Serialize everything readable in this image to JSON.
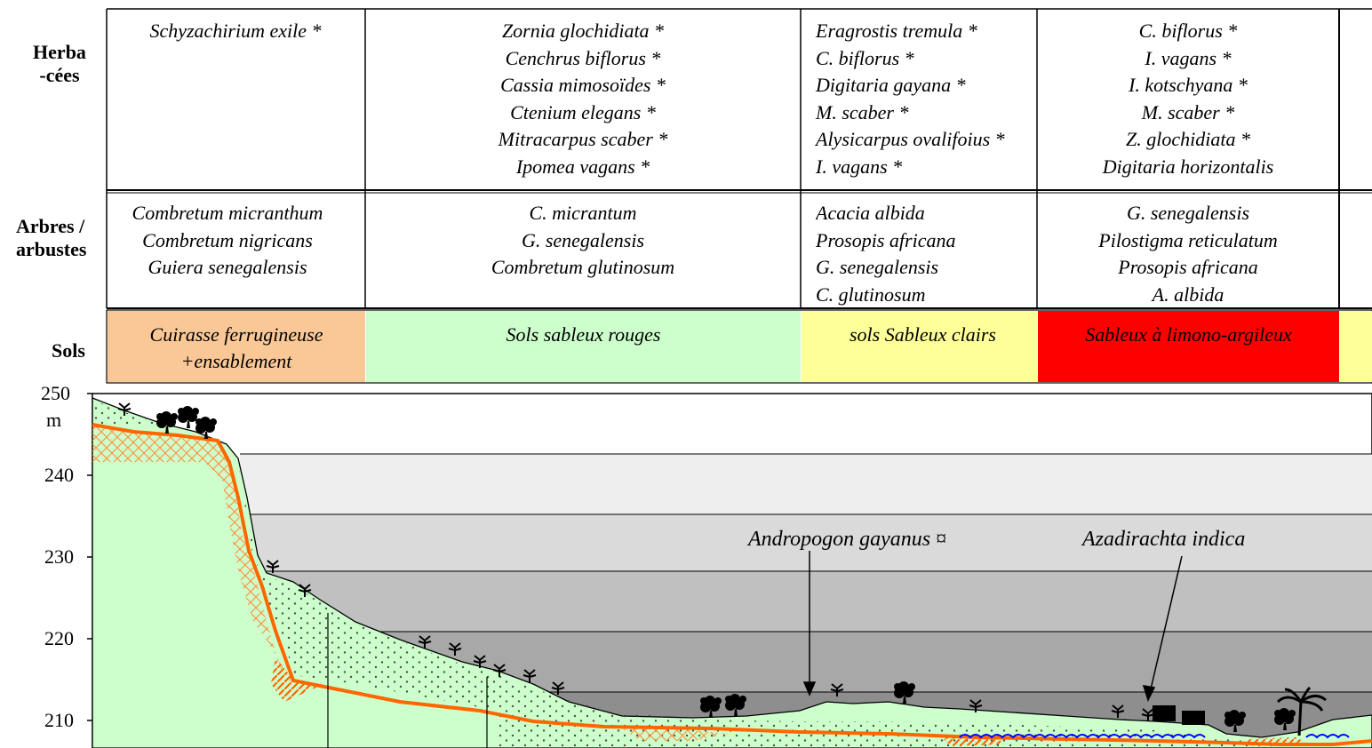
{
  "row_labels": {
    "herbacees": [
      "Herba",
      "-cées"
    ],
    "arbres": [
      "Arbres /",
      "arbustes"
    ],
    "sols": "Sols"
  },
  "herbacees": [
    [
      "Schyzachirium exile *"
    ],
    [
      "Zornia glochidiata *",
      "Cenchrus biflorus *",
      "Cassia mimosoïdes *",
      "Ctenium elegans *",
      "Mitracarpus scaber *",
      "Ipomea vagans *"
    ],
    [
      "Eragrostis tremula *",
      "C. biflorus *",
      "Digitaria gayana *",
      "M. scaber *",
      "Alysicarpus ovalifoius *",
      "I. vagans *"
    ],
    [
      "C. biflorus *",
      "I. vagans *",
      "I. kotschyana *",
      "M. scaber *",
      "Z. glochidiata *",
      "Digitaria horizontalis"
    ]
  ],
  "arbres": [
    [
      "Combretum micranthum",
      "Combretum nigricans",
      "Guiera senegalensis"
    ],
    [
      "C. micrantum",
      "G. senegalensis",
      "Combretum glutinosum"
    ],
    [
      "Acacia albida",
      "Prosopis africana",
      "G. senegalensis",
      "C. glutinosum"
    ],
    [
      "G. senegalensis",
      "Pilostigma reticulatum",
      "Prosopis africana",
      "A. albida"
    ]
  ],
  "sols": [
    {
      "text": [
        "Cuirasse ferrugineuse",
        "+ensablement"
      ],
      "color": "#fac896"
    },
    {
      "text": [
        "Sols sableux rouges"
      ],
      "color": "#ccffcc"
    },
    {
      "text": [
        "sols   Sableux clairs"
      ],
      "color": "#ffff99"
    },
    {
      "text": [
        "Sableux à limono-argileux"
      ],
      "color": "#ff0000"
    },
    {
      "text": [
        ""
      ],
      "color": "#ffff99"
    }
  ],
  "y_axis": {
    "ticks": [
      "250",
      "240",
      "230",
      "220",
      "210"
    ],
    "unit": "m"
  },
  "callouts": {
    "andropogon": "Andropogon gayanus ¤",
    "azadirachta": "Azadirachta indica"
  },
  "colors": {
    "ground": "#ccffcc",
    "cuirasse_line": "#ff6600",
    "water": "#0000ff"
  }
}
